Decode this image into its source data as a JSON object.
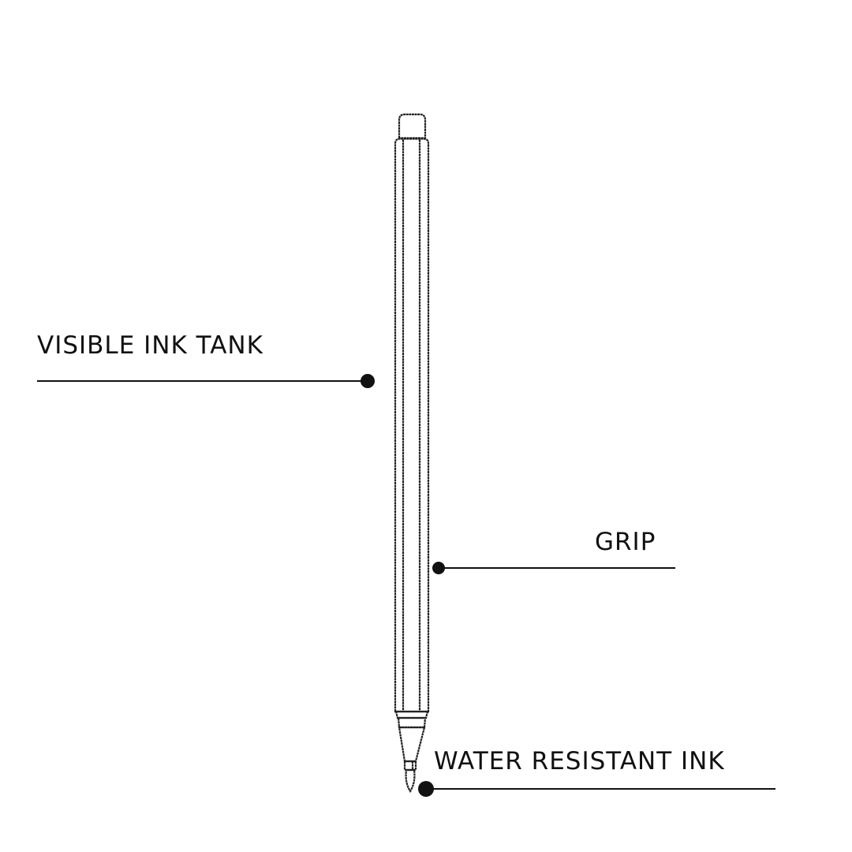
{
  "callouts": [
    {
      "id": "visible-ink-tank",
      "text": "VISIBLE INK TANK"
    },
    {
      "id": "grip",
      "text": "GRIP"
    },
    {
      "id": "water-resistant-ink",
      "text": "WATER RESISTANT INK"
    }
  ],
  "colors": {
    "line": "#111111",
    "pen_outline": "#222222",
    "background": "#ffffff"
  }
}
